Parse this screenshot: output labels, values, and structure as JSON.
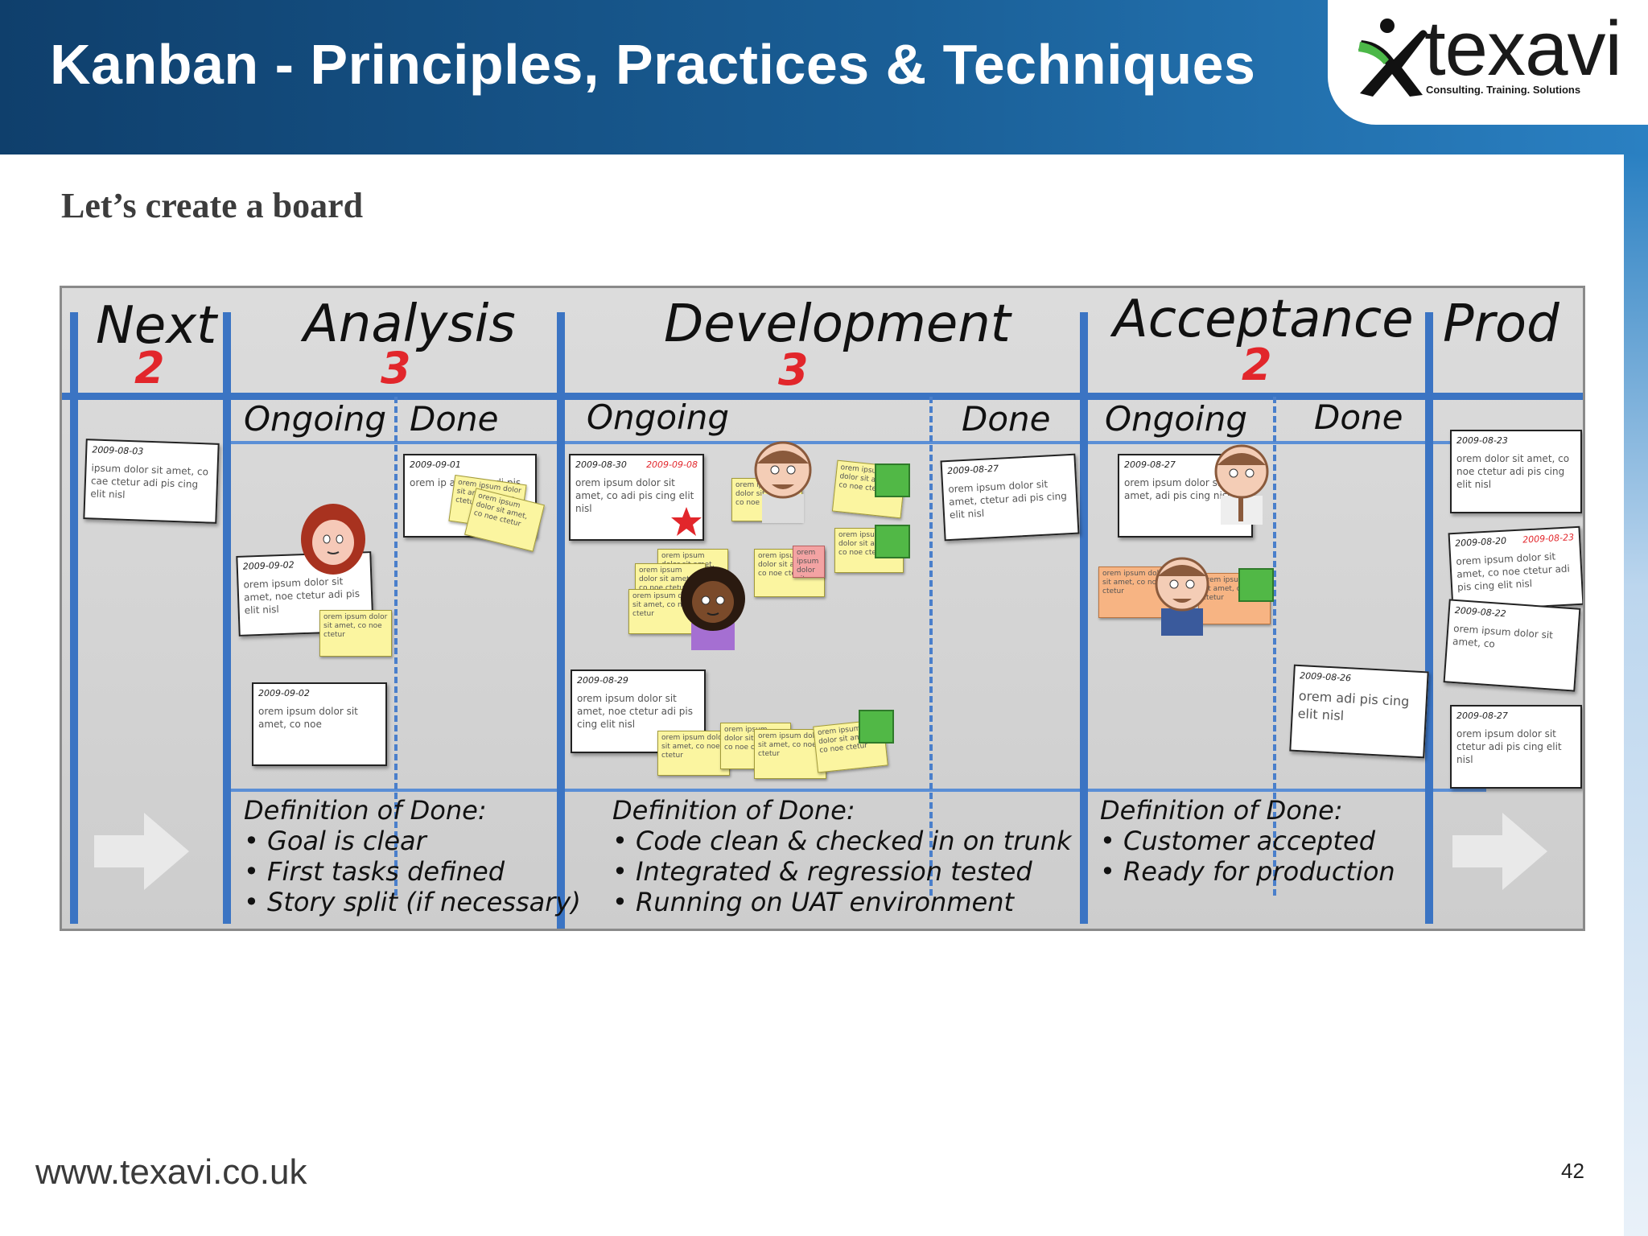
{
  "header": {
    "title": "Kanban - Principles, Practices & Techniques",
    "logo_text": "texavi",
    "logo_tagline": "Consulting. Training. Solutions"
  },
  "subtitle": "Let’s create a board",
  "board": {
    "columns": [
      {
        "title": "Next",
        "wip": "2"
      },
      {
        "title": "Analysis",
        "wip": "3"
      },
      {
        "title": "Development",
        "wip": "3"
      },
      {
        "title": "Acceptance",
        "wip": "2"
      },
      {
        "title": "Prod",
        "wip": ""
      }
    ],
    "subheaders": {
      "ongoing": "Ongoing",
      "done": "Done"
    },
    "definition_of_done_label": "Definition of Done:",
    "dod": {
      "analysis": [
        "Goal is clear",
        "First tasks defined",
        "Story split (if necessary)"
      ],
      "development": [
        "Code clean & checked in on trunk",
        "Integrated & regression tested",
        "Running on UAT environment"
      ],
      "acceptance": [
        "Customer accepted",
        "Ready for production"
      ]
    },
    "cards": {
      "next_1": {
        "date": "2009-08-03",
        "text": "ipsum dolor sit amet, co cae ctetur adi pis cing elit nisl"
      },
      "analysis_ongoing_1": {
        "date": "2009-09-02",
        "text": "orem ipsum dolor sit amet, noe ctetur adi pis elit nisl"
      },
      "analysis_ongoing_2": {
        "date": "2009-09-02",
        "text": "orem ipsum dolor sit amet, co noe"
      },
      "analysis_done_1": {
        "date": "2009-09-01",
        "text": "orem ip amet, c adi pis"
      },
      "dev_ongoing_1": {
        "date": "2009-08-30",
        "date2": "2009-09-08",
        "text": "orem ipsum dolor sit amet, co adi pis cing elit nisl"
      },
      "dev_ongoing_2": {
        "date": "2009-08-29",
        "text": "orem ipsum dolor sit amet, noe ctetur adi pis cing elit nisl"
      },
      "dev_done_1": {
        "date": "2009-08-27",
        "text": "orem ipsum dolor sit amet, ctetur adi pis cing elit nisl"
      },
      "acc_ongoing_1": {
        "date": "2009-08-27",
        "text": "orem ipsum dolor sit amet, adi pis cing nisl"
      },
      "acc_done_1": {
        "date": "2009-08-26",
        "text": "orem adi pis cing elit nisl"
      },
      "prod_1": {
        "date": "2009-08-23",
        "text": "orem dolor sit amet, co noe ctetur adi pis cing elit nisl"
      },
      "prod_2": {
        "date": "2009-08-20",
        "date2": "2009-08-23",
        "text": "orem ipsum dolor sit amet, co noe ctetur adi pis cing elit nisl"
      },
      "prod_3": {
        "date": "2009-08-22",
        "text": "orem ipsum dolor sit amet, co"
      },
      "prod_4": {
        "date": "2009-08-27",
        "text": "orem ipsum dolor sit ctetur adi pis cing elit nisl"
      }
    },
    "sticky_text": "orem ipsum dolor sit amet, co noe ctetur"
  },
  "footer": {
    "url": "www.texavi.co.uk",
    "page_number": "42"
  },
  "colors": {
    "header_dark": "#0f3f6c",
    "header_light": "#2a80c2",
    "board_lines": "#3b74c3",
    "wip_red": "#e2262b",
    "sticky_yellow": "#fbf5a0",
    "sticky_green": "#51b846",
    "sticky_orange": "#f7b483"
  }
}
